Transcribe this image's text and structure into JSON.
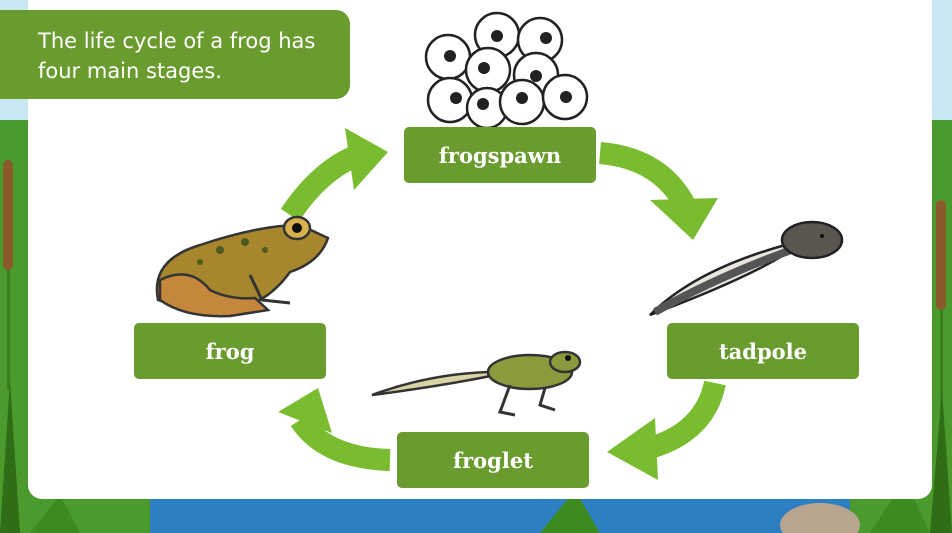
{
  "intro_text": "The life cycle of a frog has four main stages.",
  "stages": {
    "frogspawn": "frogspawn",
    "tadpole": "tadpole",
    "froglet": "froglet",
    "frog": "frog"
  },
  "colors": {
    "label_green": "#6a9b2f",
    "arrow_green": "#79bc2f",
    "panel": "#ffffff",
    "background_grass": "#4b9a2e",
    "water": "#2d7fc2"
  }
}
